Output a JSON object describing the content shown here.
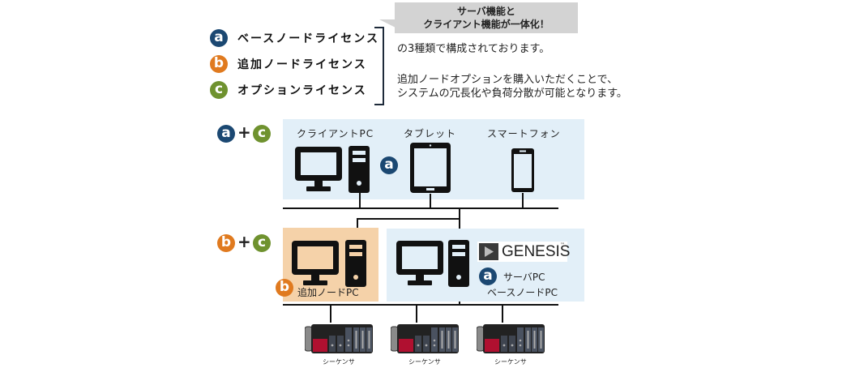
{
  "callout": {
    "line1": "サーバ機能と",
    "line2": "クライアント機能が一体化！"
  },
  "legend": {
    "items": [
      {
        "badge": "a",
        "label": "ベースノードライセンス"
      },
      {
        "badge": "b",
        "label": "追加ノードライセンス"
      },
      {
        "badge": "c",
        "label": "オプションライセンス"
      }
    ]
  },
  "description": {
    "line1": "の3種類で構成されております。",
    "line2": "追加ノードオプションを購入いただくことで、",
    "line3": "システムの冗長化や負荷分散が可能となります。"
  },
  "rows": {
    "client_combo": {
      "left": "a",
      "op": "+",
      "right": "c"
    },
    "server_combo": {
      "left": "b",
      "op": "+",
      "right": "c"
    }
  },
  "clients": {
    "pc_label": "クライアントPC",
    "pc_badge": "a",
    "tablet_label": "タブレット",
    "smartphone_label": "スマートフォン"
  },
  "servers": {
    "add_node_badge": "b",
    "add_node_label": "追加ノードPC",
    "genesis_logo": "GENESIS",
    "genesis_tm": "™",
    "server_badge": "a",
    "server_label": "サーバPC",
    "base_node_label": "ベースノードPC"
  },
  "sequencers": [
    {
      "label": "シーケンサ"
    },
    {
      "label": "シーケンサ"
    },
    {
      "label": "シーケンサ"
    }
  ],
  "colors": {
    "badge_a": "#1b4872",
    "badge_b": "#e07a1f",
    "badge_c": "#6f922f",
    "panel_blue": "#e2eff8",
    "panel_orange": "#f5d2a9",
    "callout_bg": "#d3d3d3",
    "plc_red": "#b01030"
  }
}
